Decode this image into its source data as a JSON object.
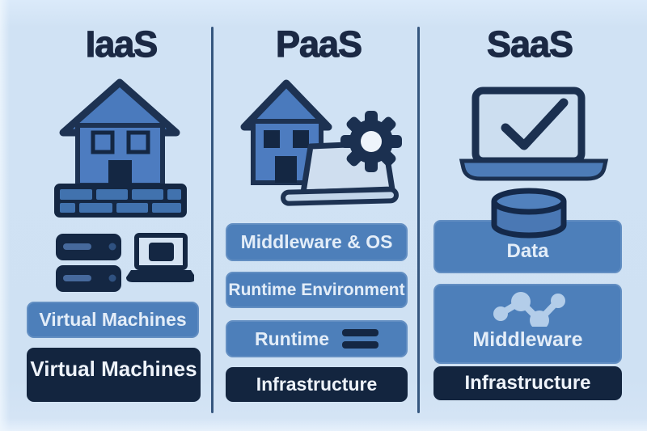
{
  "columns": [
    {
      "id": "iaas",
      "title": "IaaS",
      "icons": [
        "house-on-brick-foundation-icon",
        "server-stack-icon",
        "laptop-icon"
      ],
      "boxes": [
        {
          "label": "Virtual Machines",
          "variant": "medium"
        },
        {
          "label": "Virtual Machines",
          "variant": "dark"
        }
      ]
    },
    {
      "id": "paas",
      "title": "PaaS",
      "icons": [
        "house-laptop-gear-icon"
      ],
      "boxes": [
        {
          "label": "Middleware & OS",
          "variant": "medium"
        },
        {
          "label": "Runtime Environment",
          "variant": "medium"
        },
        {
          "label": "Runtime",
          "variant": "medium",
          "trailing_icon": "double-bars-icon"
        },
        {
          "label": "Infrastructure",
          "variant": "dark"
        }
      ]
    },
    {
      "id": "saas",
      "title": "SaaS",
      "icons": [
        "laptop-checkmark-icon",
        "database-cylinder-icon"
      ],
      "boxes": [
        {
          "label": "Data",
          "variant": "medium"
        },
        {
          "label": "Middleware",
          "variant": "medium",
          "leading_icon": "molecule-icon"
        },
        {
          "label": "Infrastructure",
          "variant": "dark"
        }
      ]
    }
  ],
  "colors": {
    "background": "#d0e2f4",
    "divider": "#35567e",
    "title_text": "#1b2944",
    "box_medium": "#4d7fba",
    "box_medium_muted": "#4a76a6",
    "box_dark": "#13253f",
    "box_text_light": "#e3edf8",
    "icon_dark_navy": "#142743",
    "icon_blue": "#4d7cc0",
    "icon_light_screen": "#ccdef0"
  }
}
